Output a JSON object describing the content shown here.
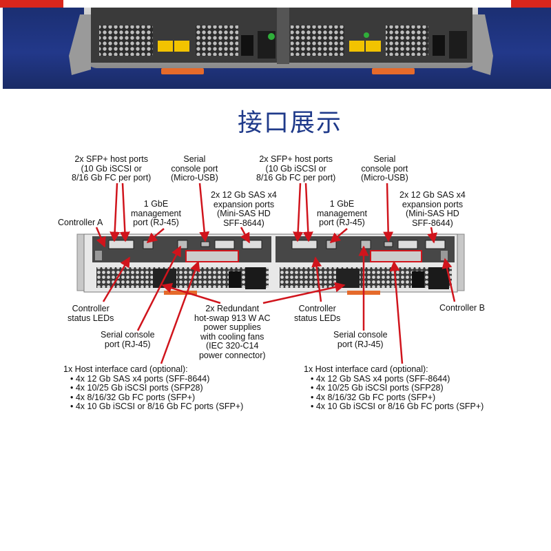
{
  "section_title": "接口展示",
  "diagram": {
    "labels": {
      "sfp_host_ports": [
        "2x SFP+ host ports",
        "(10 Gb iSCSI or",
        "8/16 Gb FC per port)"
      ],
      "serial_console_usb": [
        "Serial",
        "console port",
        "(Micro-USB)"
      ],
      "gbe_mgmt": [
        "1 GbE",
        "management",
        "port (RJ-45)"
      ],
      "sas_expansion": [
        "2x 12 Gb SAS x4",
        "expansion ports",
        "(Mini-SAS HD",
        "SFF-8644)"
      ],
      "controller_a": "Controller A",
      "controller_b": "Controller B",
      "controller_status_leds": [
        "Controller",
        "status LEDs"
      ],
      "serial_console_rj45": [
        "Serial console",
        "port (RJ-45)"
      ],
      "power_supplies": [
        "2x Redundant",
        "hot-swap 913 W AC",
        "power supplies",
        "with cooling fans",
        "(IEC 320-C14",
        "power connector)"
      ]
    },
    "host_interface_card": {
      "title": "1x Host interface card (optional):",
      "items": [
        "• 4x 12 Gb SAS x4 ports (SFF-8644)",
        "• 4x 10/25 Gb iSCSI ports (SFP28)",
        "• 4x 8/16/32 Gb FC ports (SFP+)",
        "• 4x 10 Gb iSCSI or 8/16 Gb FC ports (SFP+)"
      ]
    },
    "colors": {
      "callout": "#d0141c",
      "title": "#1f3a8a",
      "hero": "#22388a"
    }
  }
}
